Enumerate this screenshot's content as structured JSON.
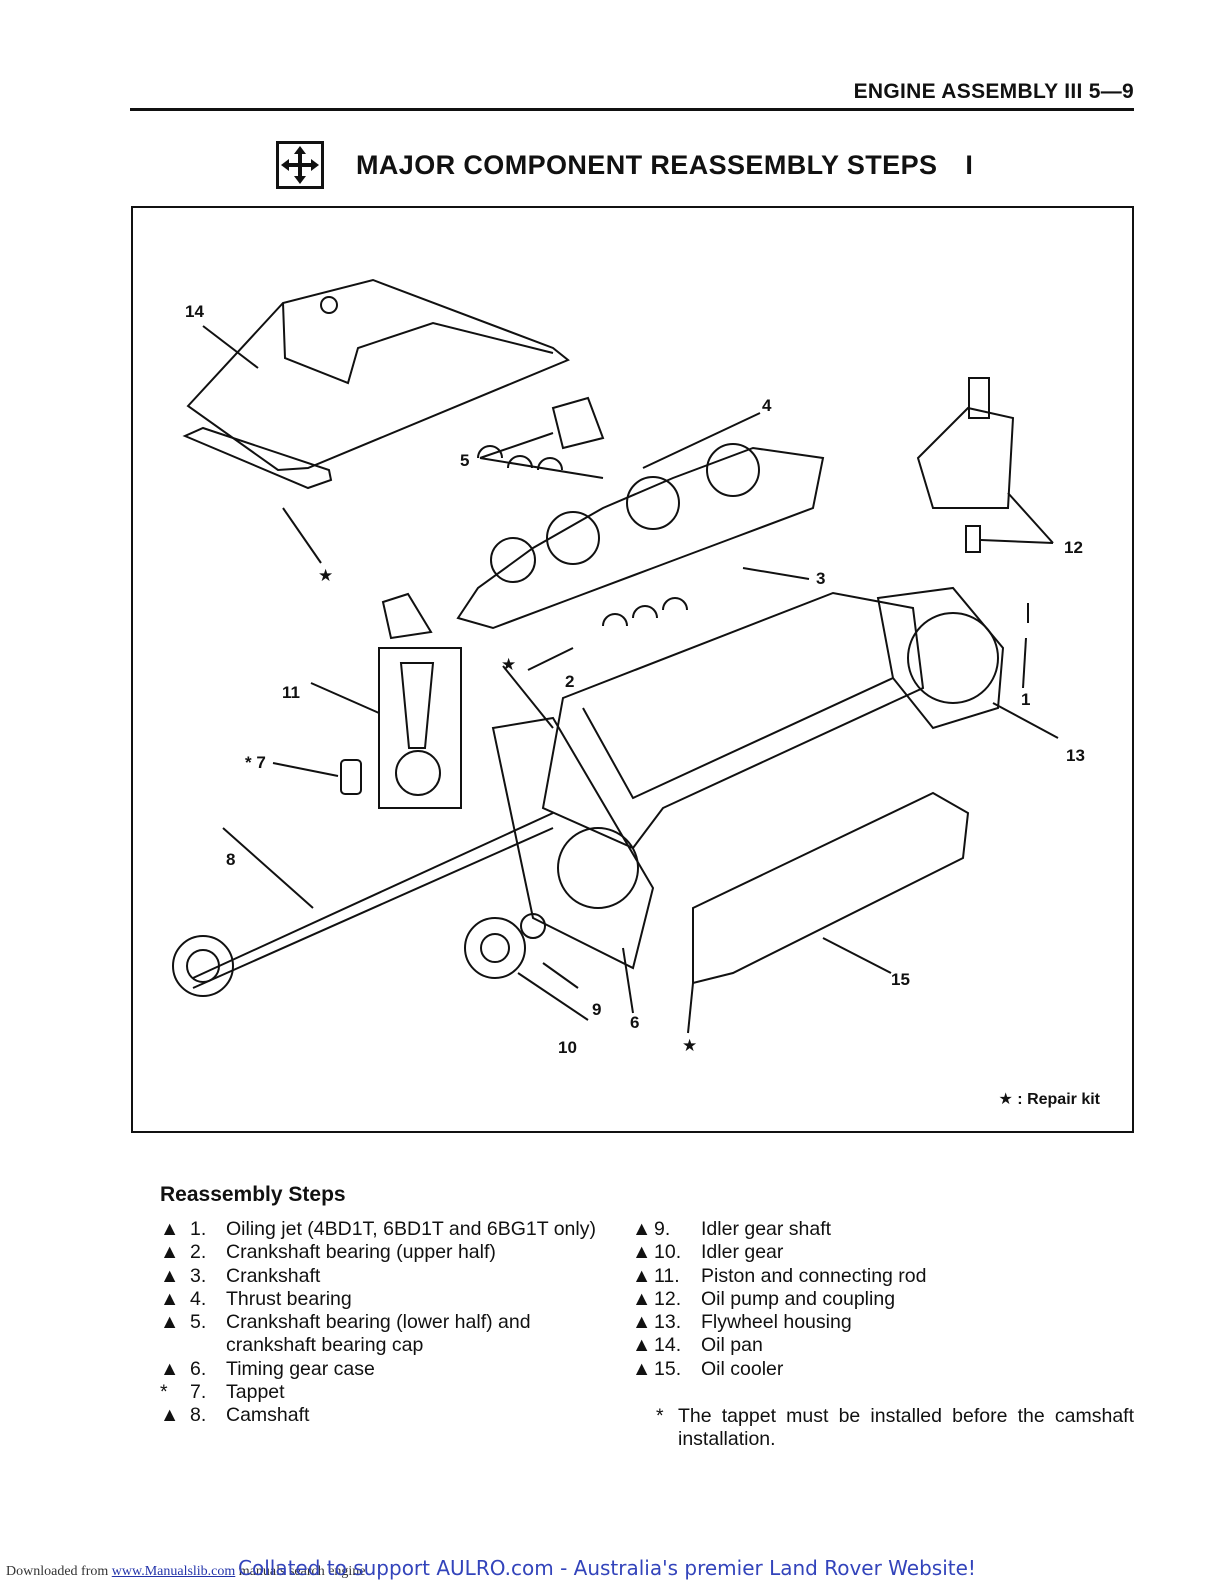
{
  "header": {
    "section": "ENGINE ASSEMBLY III 5—9"
  },
  "title": {
    "main": "MAJOR COMPONENT REASSEMBLY STEPS",
    "roman": "I"
  },
  "figure": {
    "callouts": {
      "c1": "1",
      "c2": "2",
      "c3": "3",
      "c4": "4",
      "c5": "5",
      "c6": "6",
      "c7": "* 7",
      "c8": "8",
      "c9": "9",
      "c10": "10",
      "c11": "11",
      "c12": "12",
      "c13": "13",
      "c14": "14",
      "c15": "15",
      "star": "★"
    },
    "legend": "★ : Repair kit"
  },
  "steps": {
    "heading": "Reassembly Steps",
    "left": [
      {
        "mark": "▲",
        "num": "1.",
        "text": "Oiling jet (4BD1T, 6BD1T and 6BG1T only)"
      },
      {
        "mark": "▲",
        "num": "2.",
        "text": "Crankshaft bearing (upper half)"
      },
      {
        "mark": "▲",
        "num": "3.",
        "text": "Crankshaft"
      },
      {
        "mark": "▲",
        "num": "4.",
        "text": "Thrust bearing"
      },
      {
        "mark": "▲",
        "num": "5.",
        "text": "Crankshaft bearing (lower half) and crankshaft bearing cap"
      },
      {
        "mark": "▲",
        "num": "6.",
        "text": "Timing gear case"
      },
      {
        "mark": "*",
        "num": "7.",
        "text": "Tappet"
      },
      {
        "mark": "▲",
        "num": "8.",
        "text": "Camshaft"
      }
    ],
    "right": [
      {
        "mark": "▲",
        "num": "9.",
        "text": "Idler gear shaft"
      },
      {
        "mark": "▲",
        "num": "10.",
        "text": "Idler gear"
      },
      {
        "mark": "▲",
        "num": "11.",
        "text": "Piston and connecting rod"
      },
      {
        "mark": "▲",
        "num": "12.",
        "text": "Oil pump and coupling"
      },
      {
        "mark": "▲",
        "num": "13.",
        "text": "Flywheel housing"
      },
      {
        "mark": "▲",
        "num": "14.",
        "text": "Oil pan"
      },
      {
        "mark": "▲",
        "num": "15.",
        "text": "Oil cooler"
      }
    ],
    "note_mark": "*",
    "note": "The tappet must be installed before the camshaft installation."
  },
  "footer": {
    "downloaded": "Downloaded from",
    "link": "www.Manualslib.com",
    "search": "manuals search engine",
    "collated": "Collated to support AULRO.com - Australia's premier Land Rover Website!"
  }
}
